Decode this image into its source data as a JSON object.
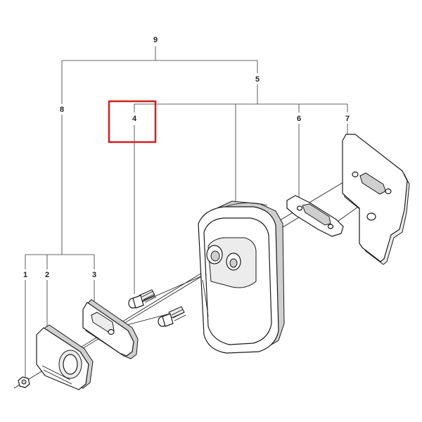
{
  "labels": {
    "l1": "1",
    "l2": "2",
    "l3": "3",
    "l4": "4",
    "l5": "5",
    "l6": "6",
    "l7": "7",
    "l8": "8",
    "l9": "9"
  },
  "highlight": {
    "part": "4",
    "color": "#d21f1f"
  }
}
